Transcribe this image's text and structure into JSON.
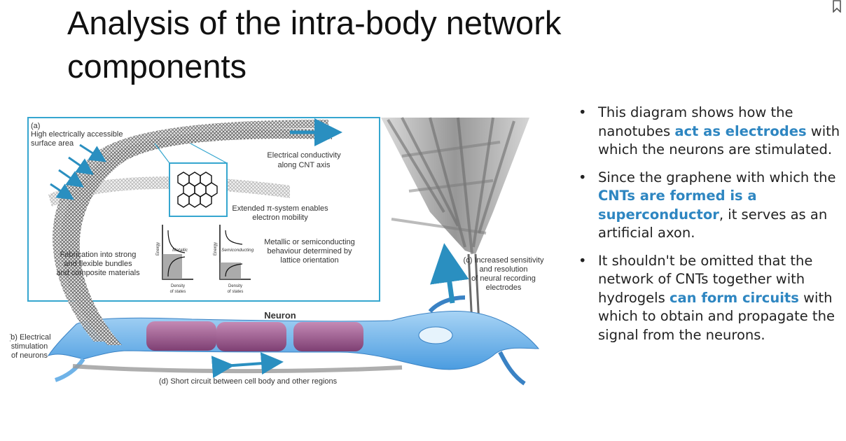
{
  "slide": {
    "title": "Analysis of the intra-body network components"
  },
  "figure": {
    "label_a": "(a)",
    "label_a_line1": "High electrically accessible",
    "label_a_line2": "surface area",
    "conductivity_line1": "Electrical conductivity",
    "conductivity_line2": "along CNT axis",
    "pi_line1": "Extended π-system enables",
    "pi_line2": "electron mobility",
    "fab_line1": "Fabrication into strong",
    "fab_line2": "and flexible bundles",
    "fab_line3": "and composite materials",
    "metal_line1": "Metallic or semiconducting",
    "metal_line2": "behaviour determined by",
    "metal_line3": "lattice orientation",
    "graph1_inner": "Metallic",
    "graph2_inner": "Semiconducting",
    "graph_y": "Energy",
    "graph_x1": "Density",
    "graph_x2": "of states",
    "c_line1": "(c) Increased sensitivity",
    "c_line2": "and resolution",
    "c_line3": "of neural recording",
    "c_line4": "electrodes",
    "neuron": "Neuron",
    "b_line1": "(b) Electrical",
    "b_line2": "stimulation",
    "b_line3": "of neurons",
    "d_label": "(d) Short circuit between cell body and other regions"
  },
  "bullets": [
    {
      "pre": "This diagram shows how the nanotubes ",
      "hl": "act as electrodes",
      "post": " with which the neurons are stimulated."
    },
    {
      "pre": "Since the graphene with which the ",
      "hl": "CNTs are formed is a superconductor",
      "post": ", it serves as an artificial axon."
    },
    {
      "pre": "It shouldn't be omitted that the network of CNTs together with hydrogels ",
      "hl": "can form circuits",
      "post": " with which to obtain and propagate the signal from the neurons."
    }
  ],
  "bullet_glyph": "•",
  "colors": {
    "highlight": "#2e86c1",
    "box": "#35a6cf",
    "myelin": "#9c5a8f",
    "neuron": "#58a8e6"
  }
}
